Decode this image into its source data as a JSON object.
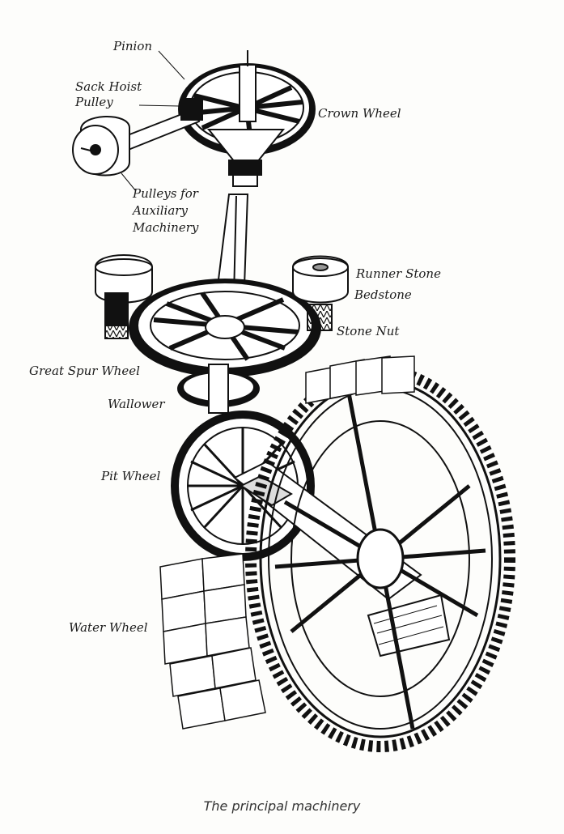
{
  "labels": {
    "pinion": "Pinion",
    "sack_hoist_pulley_1": "Sack Hoist",
    "sack_hoist_pulley_2": "Pulley",
    "crown_wheel": "Crown Wheel",
    "pulleys_auxiliary_1": "Pulleys for",
    "pulleys_auxiliary_2": "Auxiliary",
    "pulleys_auxiliary_3": "Machinery",
    "runner_stone": "Runner Stone",
    "bedstone": "Bedstone",
    "stone_nut": "Stone Nut",
    "great_spur_wheel": "Great Spur Wheel",
    "wallower": "Wallower",
    "pit_wheel": "Pit Wheel",
    "water_wheel": "Water Wheel"
  },
  "caption": "The principal machinery"
}
